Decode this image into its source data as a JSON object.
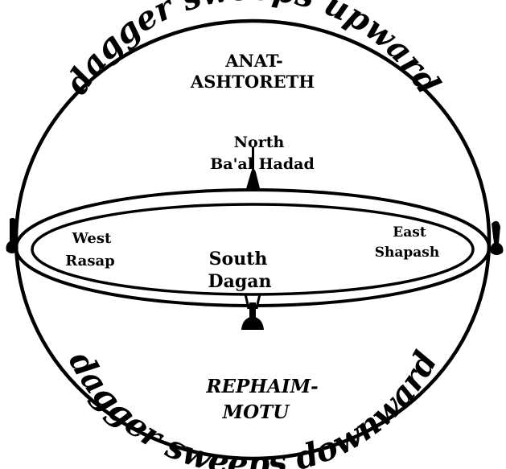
{
  "arc_top": "dagger sweeps upward",
  "arc_bottom": "dagger sweeps downward",
  "upper_deity": [
    "ANAT-",
    "ASHTORETH"
  ],
  "lower_deity": [
    "REPHAIM-",
    "MOTU"
  ],
  "directions": {
    "north": [
      "North",
      "Ba'al Hadad"
    ],
    "west": [
      "West",
      "Rasap"
    ],
    "east": [
      "East",
      "Shapash"
    ],
    "south": [
      "South",
      "Dagan"
    ]
  },
  "colors": {
    "ink": "#000000",
    "paper": "#ffffff"
  }
}
